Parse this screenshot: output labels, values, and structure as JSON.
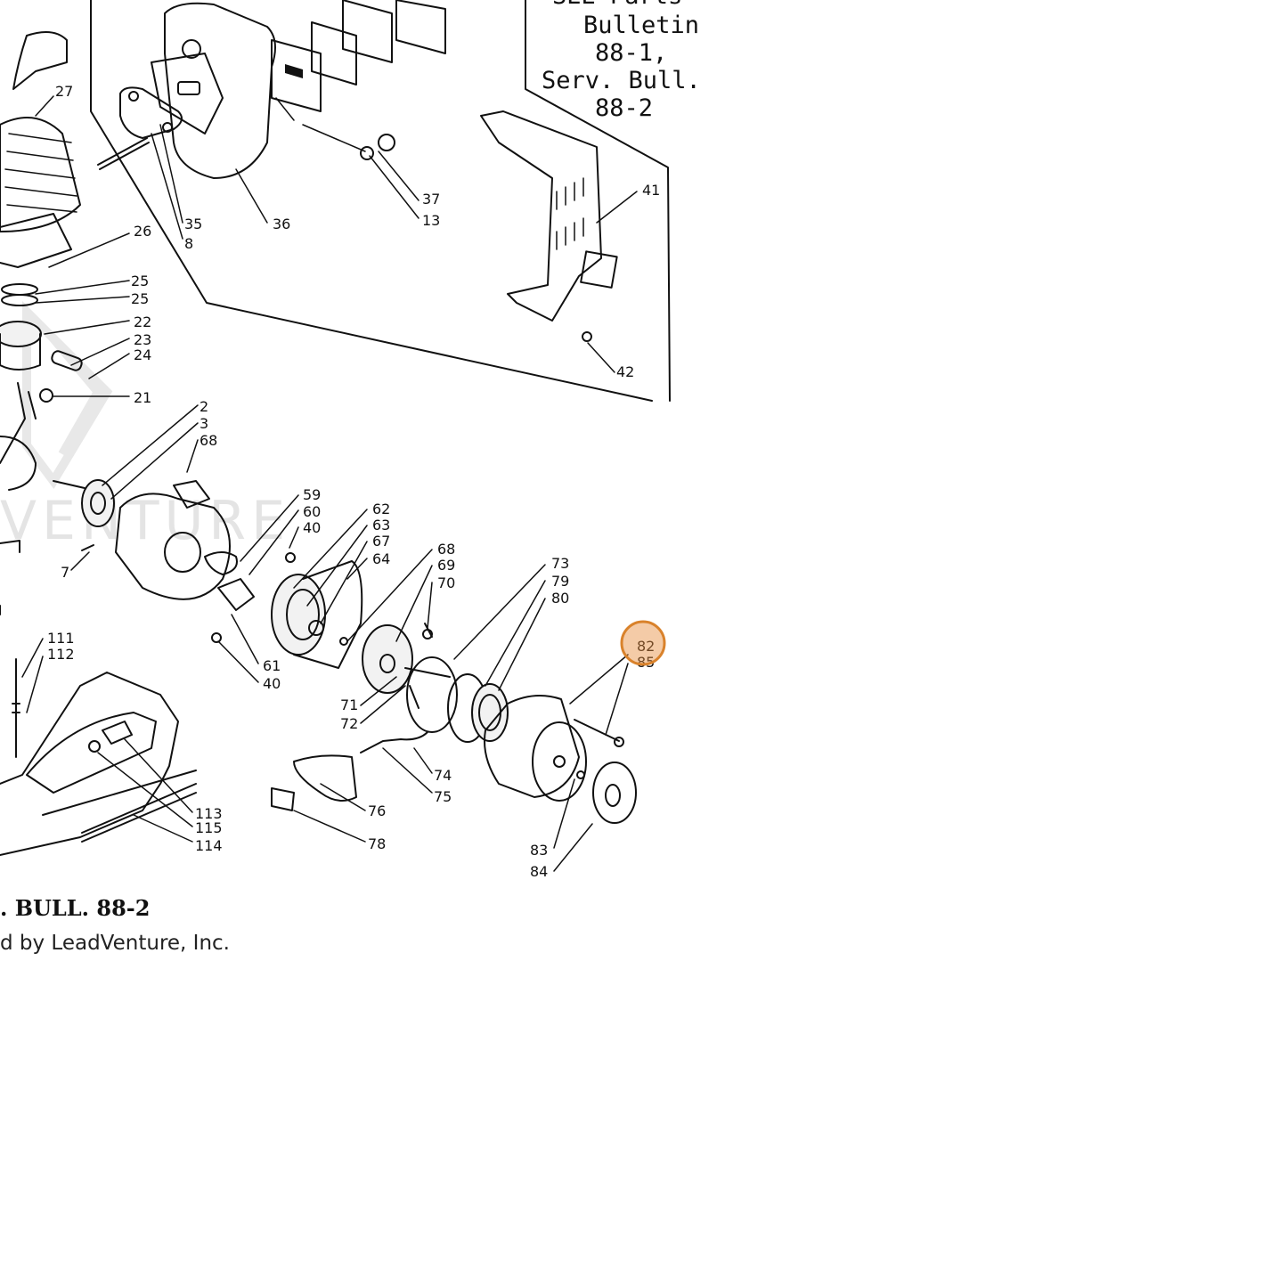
{
  "bulletin_note": {
    "line1": "SEE Parts",
    "line2": "Bulletin",
    "line3": "88-1,",
    "line4": "Serv. Bull.",
    "line5": "88-2"
  },
  "footer": {
    "bulletin": ". BULL. 88-2",
    "credit": "d by LeadVenture, Inc."
  },
  "watermark": "VENTURE",
  "part_labels": [
    "27",
    "35",
    "8",
    "36",
    "37",
    "13",
    "41",
    "42",
    "26",
    "25",
    "25",
    "22",
    "23",
    "24",
    "21",
    "2",
    "3",
    "68",
    "59",
    "60",
    "40",
    "62",
    "63",
    "67",
    "64",
    "68",
    "69",
    "70",
    "7",
    "61",
    "40",
    "73",
    "79",
    "80",
    "82",
    "85",
    "71",
    "72",
    "74",
    "75",
    "76",
    "78",
    "83",
    "84",
    "111",
    "112",
    "113",
    "115",
    "114"
  ],
  "highlight": {
    "part": "82",
    "color": "#d9822b"
  }
}
